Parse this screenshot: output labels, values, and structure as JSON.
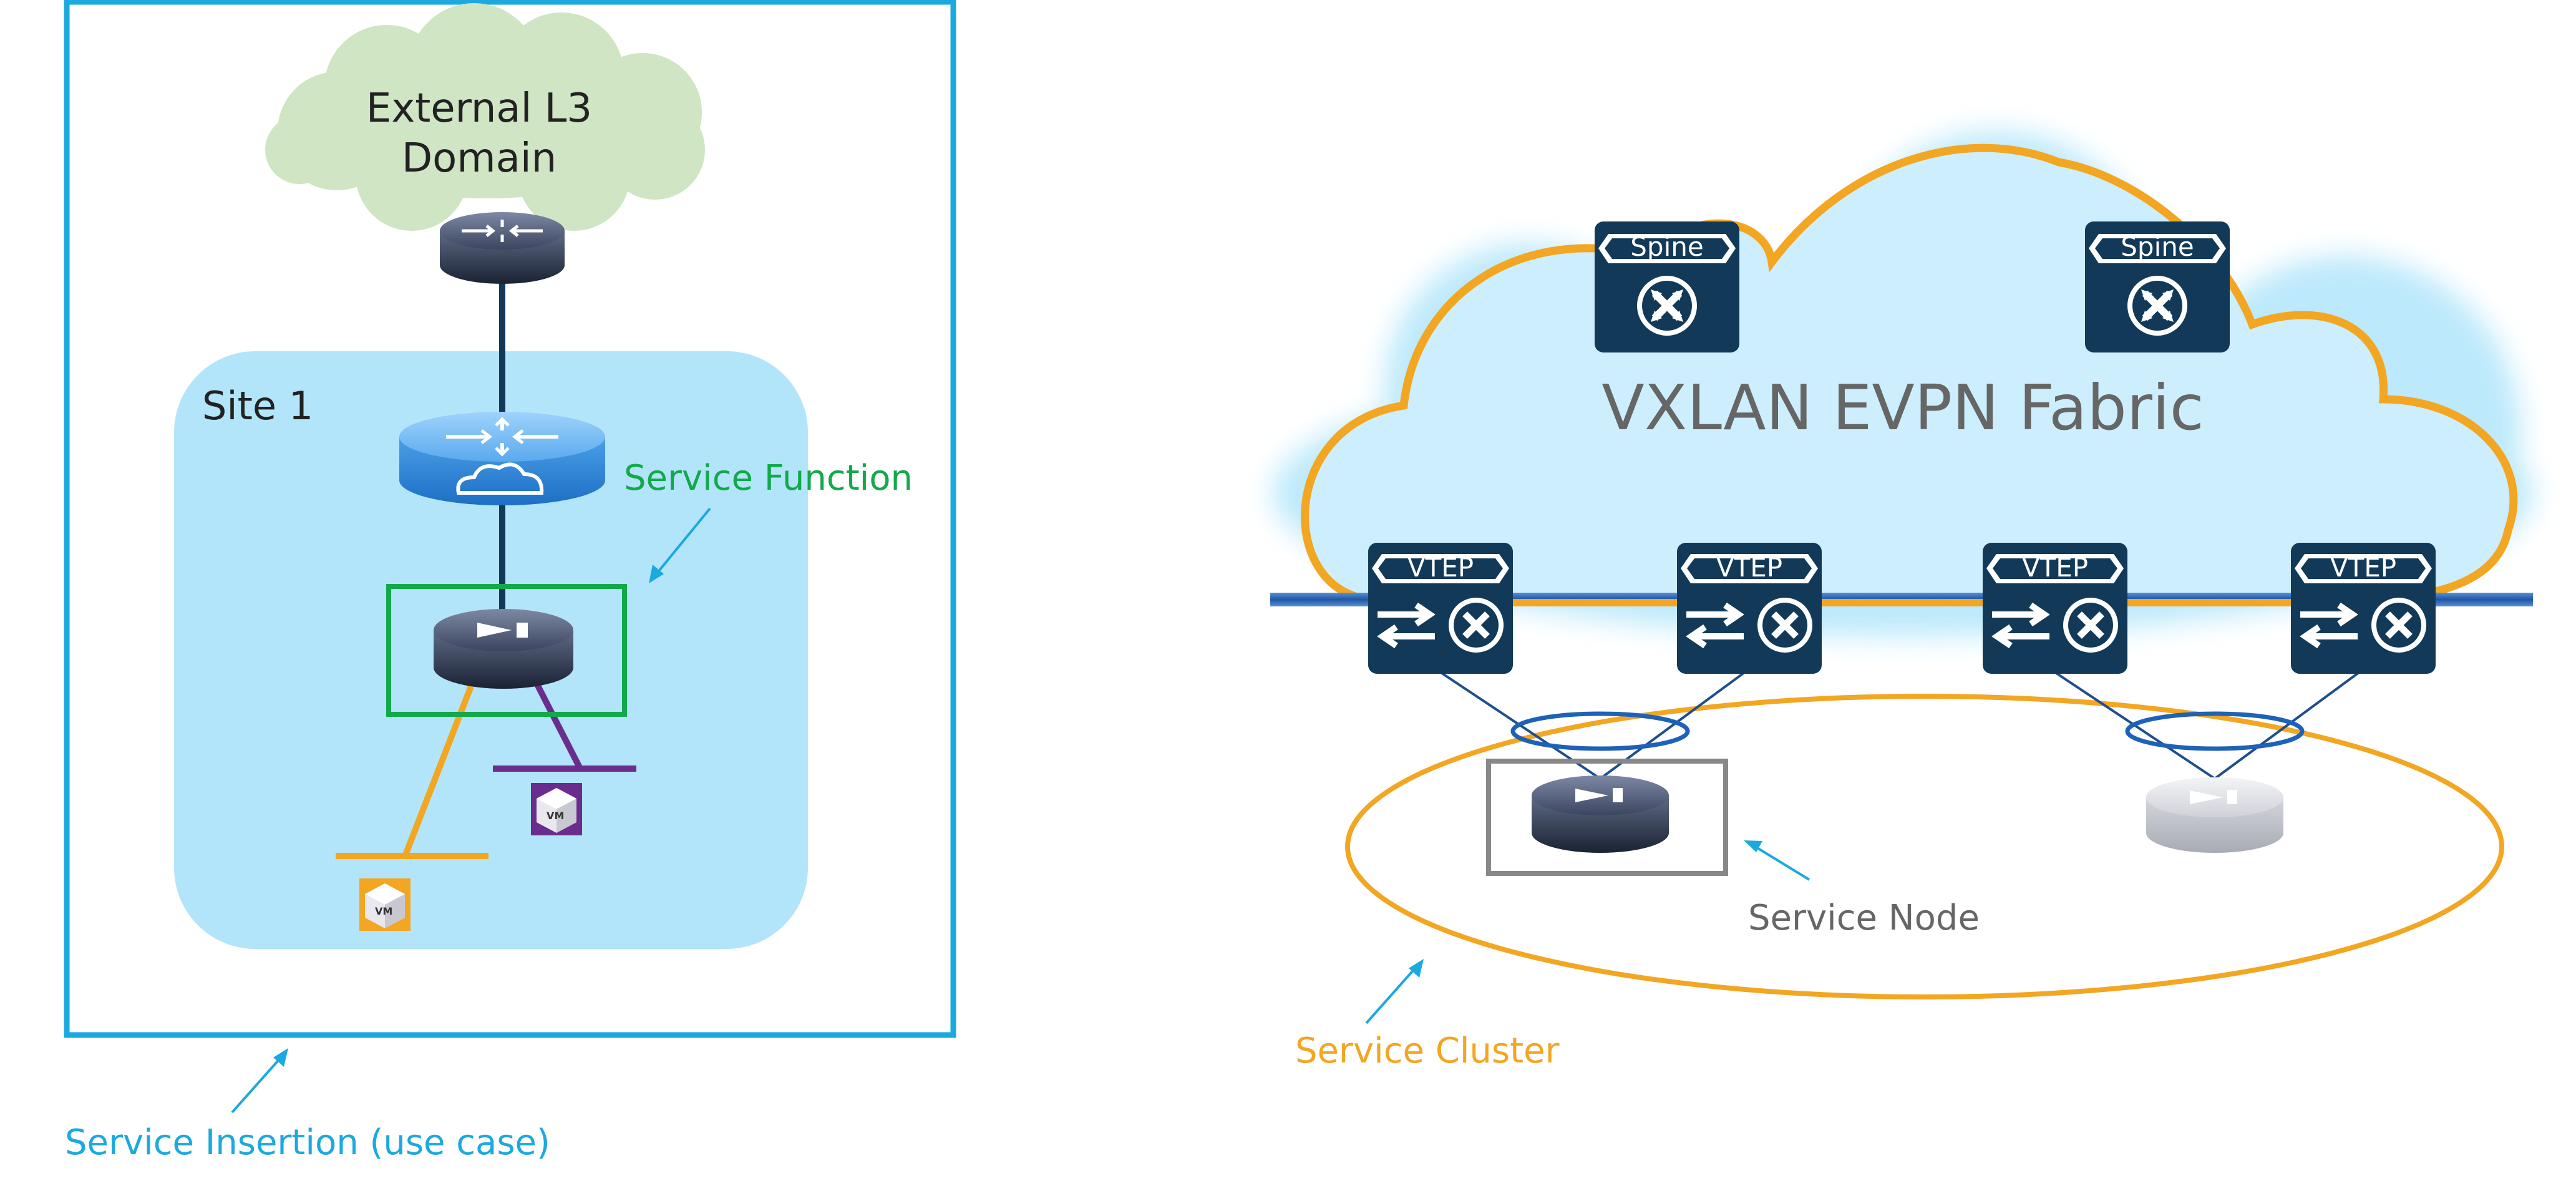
{
  "left_panel": {
    "cloud_label_line1": "External L3",
    "cloud_label_line2": "Domain",
    "site_label": "Site 1",
    "service_function_label": "Service Function",
    "use_case_label": "Service Insertion (use case)",
    "vm_label": "VM"
  },
  "right_panel": {
    "fabric_label": "VXLAN EVPN Fabric",
    "spines": [
      {
        "label": "Spine"
      },
      {
        "label": "Spine"
      }
    ],
    "vteps": [
      {
        "label": "VTEP"
      },
      {
        "label": "VTEP"
      },
      {
        "label": "VTEP"
      },
      {
        "label": "VTEP"
      }
    ],
    "service_node_label": "Service Node",
    "service_cluster_label": "Service Cluster"
  },
  "colors": {
    "box_blue": "#1ba9df",
    "site_fill": "#b3e5fa",
    "cloud_green": "#cfe5c4",
    "service_green": "#12a94b",
    "cluster_orange": "#f2a622",
    "device_dark": "#123a58",
    "fabric_fill": "#cdeefc",
    "purple": "#6a2d8e",
    "text_dark": "#222222",
    "text_gray": "#666666"
  }
}
